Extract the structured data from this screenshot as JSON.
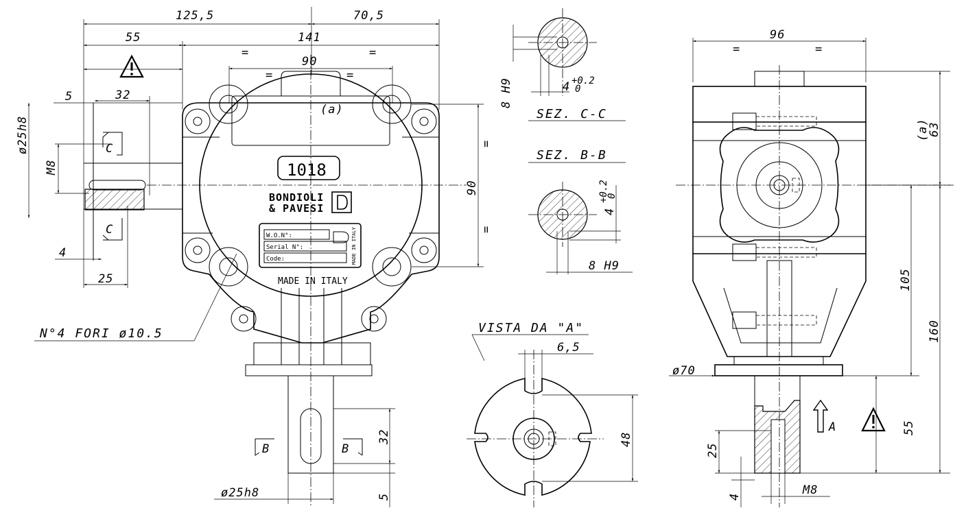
{
  "front_view": {
    "dims": {
      "d1255": "125,5",
      "d705": "70,5",
      "d55top": "55",
      "d141": "141",
      "eq1": "=",
      "eq2": "=",
      "d90top": "90",
      "eq3": "=",
      "eq4": "=",
      "d5": "5",
      "d32left": "32",
      "d25h8left": "ø25h8",
      "dM8left": "M8",
      "d4left": "4",
      "d25left": "25",
      "a": "(a)",
      "d90right": "90",
      "eq5": "=",
      "eq6": "=",
      "d32shaft": "32",
      "d5shaft": "5",
      "d25h8bottom": "ø25h8"
    },
    "holes_note": "N°4 FORI ø10.5",
    "section_c1": "C",
    "section_c2": "C",
    "section_b1": "B",
    "section_b2": "B",
    "model_plate": "1018",
    "brand_line1": "BONDIOLI",
    "brand_line2": "& PAVESI",
    "id_plate": {
      "row1": "W.O.N°:",
      "row2": "Serial N°:",
      "row3": "Code:",
      "side": "MADE IN ITALY"
    },
    "made_in": "MADE IN ITALY"
  },
  "sections": {
    "cc_title": "SEZ. C-C",
    "cc_h9": "8 H9",
    "cc_tol": "4",
    "cc_tol_up": "+0.2",
    "cc_tol_dn": "0",
    "bb_title": "SEZ. B-B",
    "bb_h9": "8 H9",
    "bb_tol": "4",
    "bb_tol_up": "+0.2",
    "bb_tol_dn": "0"
  },
  "view_a": {
    "title": "VISTA DA \"A\"",
    "d65": "6,5",
    "d48": "48"
  },
  "side_view": {
    "d96": "96",
    "eq1": "=",
    "eq2": "=",
    "a": "(a)",
    "d63": "63",
    "d105": "105",
    "d160": "160",
    "d70": "ø70",
    "d55": "55",
    "d25": "25",
    "d4": "4",
    "dM8": "M8",
    "arrow_a": "A"
  }
}
